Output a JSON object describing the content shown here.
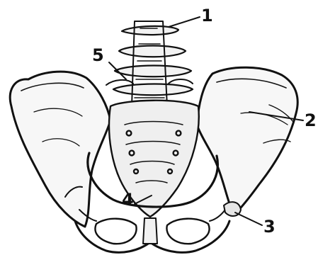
{
  "diagram": {
    "colors": {
      "ink": "#111111",
      "paper": "#ffffff"
    },
    "labels": [
      {
        "id": "1",
        "text": "1"
      },
      {
        "id": "2",
        "text": "2"
      },
      {
        "id": "3",
        "text": "3"
      },
      {
        "id": "4",
        "text": "4"
      },
      {
        "id": "5",
        "text": "5"
      }
    ]
  }
}
